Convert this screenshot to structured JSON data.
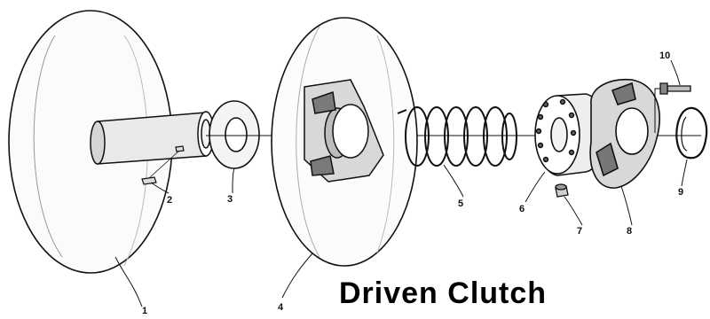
{
  "title": "Driven Clutch",
  "callouts": [
    {
      "id": "1",
      "label": "1"
    },
    {
      "id": "2",
      "label": "2"
    },
    {
      "id": "3",
      "label": "3"
    },
    {
      "id": "4",
      "label": "4"
    },
    {
      "id": "5",
      "label": "5"
    },
    {
      "id": "6",
      "label": "6"
    },
    {
      "id": "7",
      "label": "7"
    },
    {
      "id": "8",
      "label": "8"
    },
    {
      "id": "9",
      "label": "9"
    },
    {
      "id": "10",
      "label": "10"
    }
  ]
}
